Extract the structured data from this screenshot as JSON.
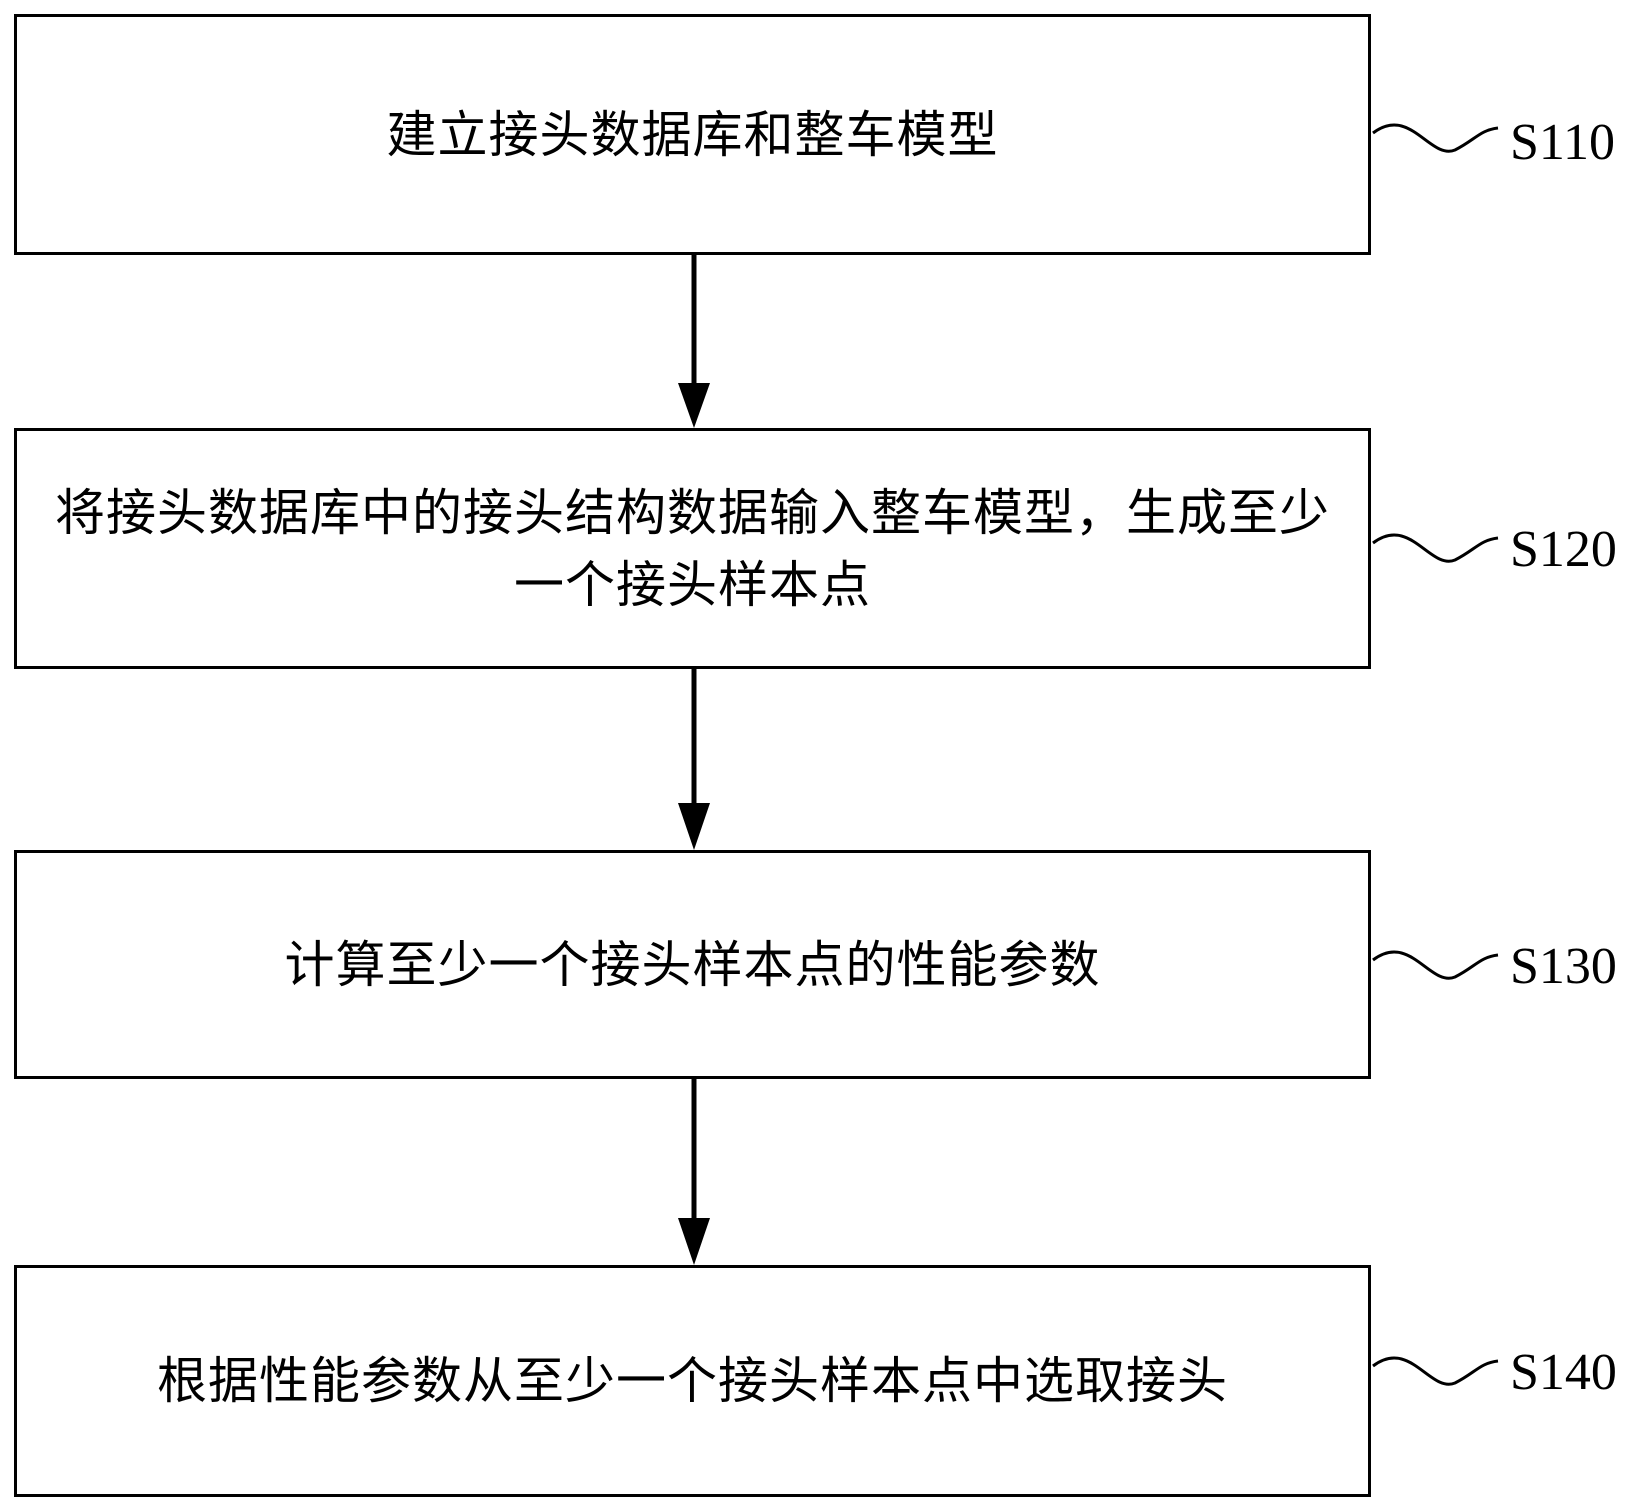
{
  "steps": [
    {
      "id": "S110",
      "text": "建立接头数据库和整车模型"
    },
    {
      "id": "S120",
      "text": "将接头数据库中的接头结构数据输入整车模型，生成至少一个接头样本点"
    },
    {
      "id": "S130",
      "text": "计算至少一个接头样本点的性能参数"
    },
    {
      "id": "S140",
      "text": "根据性能参数从至少一个接头样本点中选取接头"
    }
  ]
}
